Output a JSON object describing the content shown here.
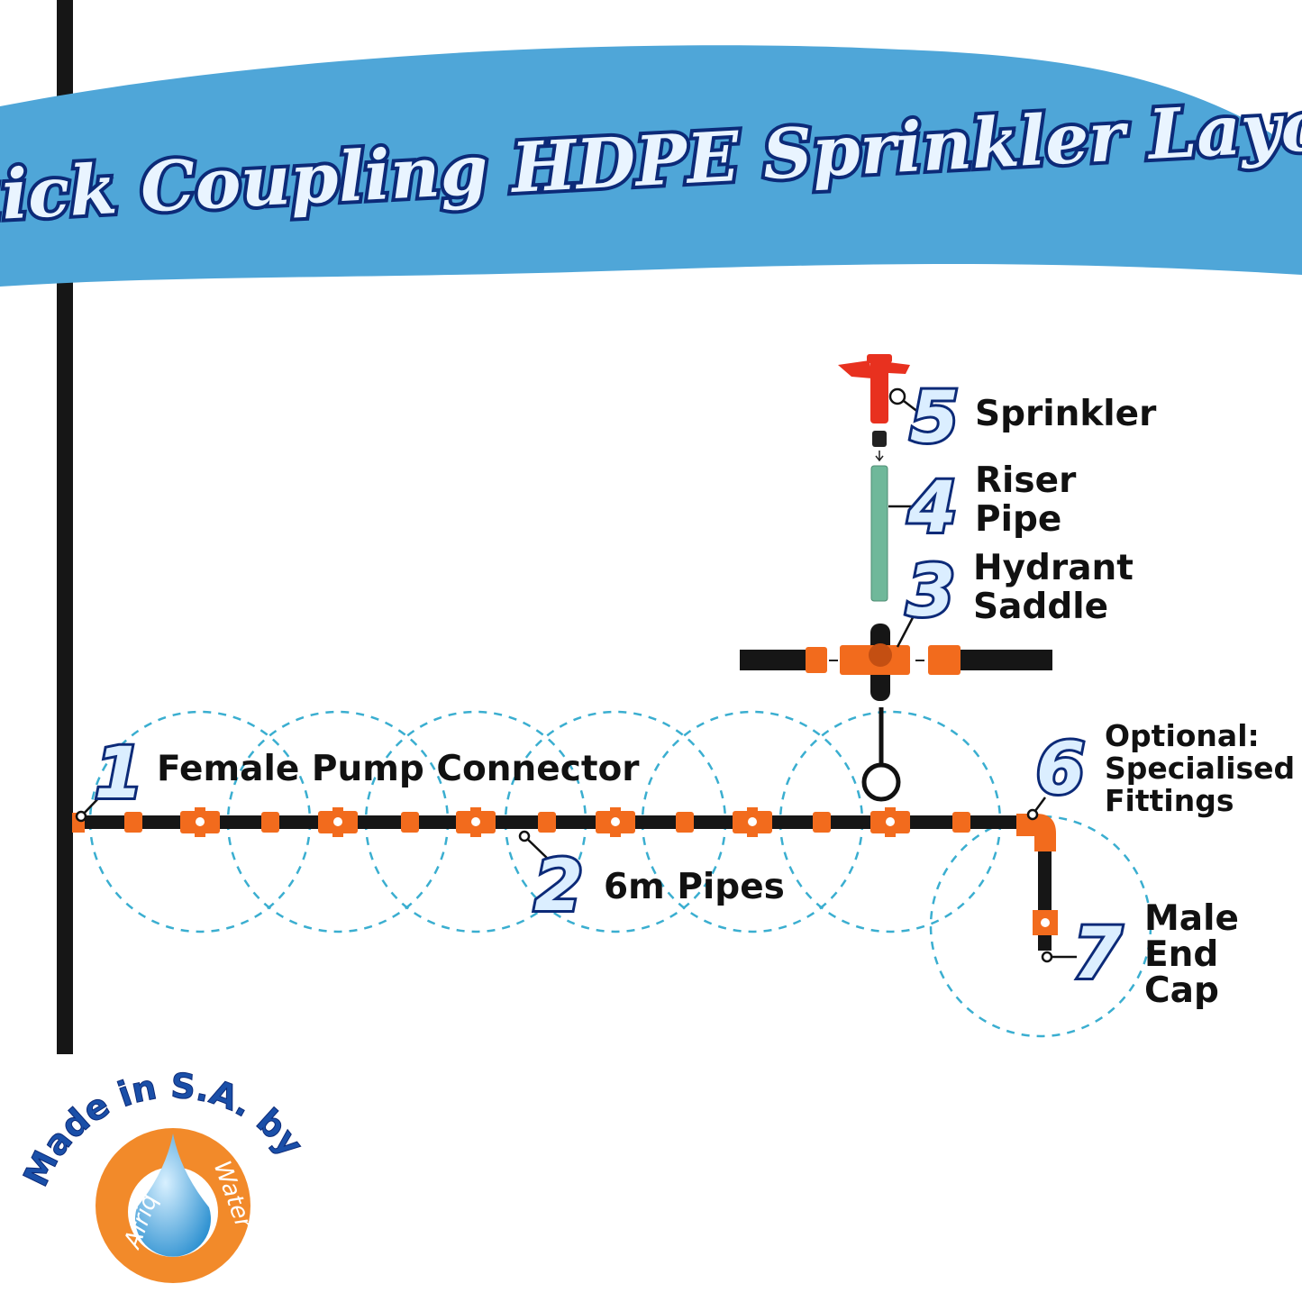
{
  "title": "Quick Coupling HDPE Sprinkler Layout",
  "colors": {
    "banner": "#4fa6d8",
    "pipe": "#161616",
    "coupling": "#f26b1d",
    "riser": "#6fb89a",
    "sprinkler": "#e8311f",
    "coverage": "#3aaed0",
    "number_outline": "#0c2a78"
  },
  "labels": [
    {
      "number": "1",
      "text_lines": [
        "Female Pump Connector"
      ]
    },
    {
      "number": "2",
      "text_lines": [
        "6m Pipes"
      ]
    },
    {
      "number": "3",
      "text_lines": [
        "Hydrant",
        "Saddle"
      ]
    },
    {
      "number": "4",
      "text_lines": [
        "Riser",
        "Pipe"
      ]
    },
    {
      "number": "5",
      "text_lines": [
        "Sprinkler"
      ]
    },
    {
      "number": "6",
      "text_lines": [
        "Optional:",
        "Specialised",
        "Fittings"
      ]
    },
    {
      "number": "7",
      "text_lines": [
        "Male",
        "End",
        "Cap"
      ]
    }
  ],
  "logo": {
    "arc_text": "Made in S.A. by",
    "brand_left": "Afriq",
    "brand_right": "Water"
  }
}
